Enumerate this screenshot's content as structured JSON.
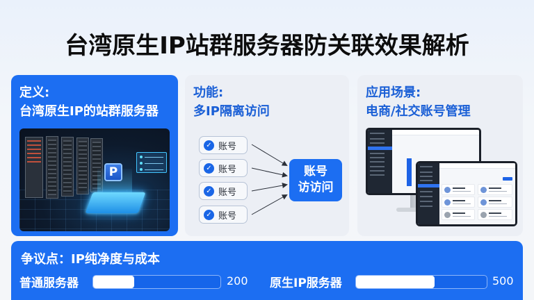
{
  "title": "台湾原生IP站群服务器防关联效果解析",
  "colors": {
    "accent": "#1c6ef2",
    "heading_blue": "#1a5fd6",
    "card_bg": "#eceff5",
    "page_bg": "#f3f6fa"
  },
  "definition_card": {
    "heading_line1": "定义:",
    "heading_line2": "台湾原生IP的站群服务器",
    "illustration": "server-racks-with-glowing-p-chip"
  },
  "function_card": {
    "heading_line1": "功能:",
    "heading_line2": "多IP隔离访问",
    "accounts": [
      {
        "label": "账号",
        "icon": "check-circle-icon"
      },
      {
        "label": "账号",
        "icon": "check-circle-icon"
      },
      {
        "label": "账号",
        "icon": "check-circle-icon"
      },
      {
        "label": "账号",
        "icon": "check-circle-icon"
      }
    ],
    "target_line1": "账号",
    "target_line2": "访访问"
  },
  "application_card": {
    "heading_line1": "应用场景:",
    "heading_line2": "电商/社交账号管理",
    "illustration": "dashboard-monitor-and-tablet-mockup"
  },
  "bottom_panel": {
    "title": "争议点：IP纯净度与成本",
    "comparisons": [
      {
        "label": "普通服务器",
        "value": "200",
        "fill_pct": 32
      },
      {
        "label": "原生IP服务器",
        "value": "500",
        "fill_pct": 60
      }
    ]
  }
}
